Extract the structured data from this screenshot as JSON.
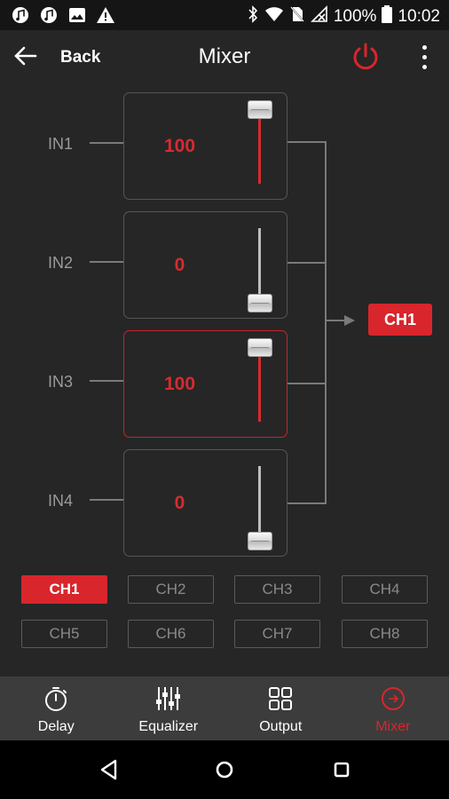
{
  "status_bar": {
    "battery": "100%",
    "time": "10:02",
    "left_icons": [
      "music-note-icon",
      "music-note-icon",
      "image-icon",
      "warning-icon"
    ],
    "right_icons": [
      "bluetooth-icon",
      "wifi-icon",
      "no-sim-icon",
      "no-signal-icon",
      "battery-icon"
    ]
  },
  "app_bar": {
    "back_label": "Back",
    "title": "Mixer",
    "accent": "#d8262c"
  },
  "mixer": {
    "inputs": [
      {
        "label": "IN1",
        "value": "100",
        "level": 1.0,
        "selected": false
      },
      {
        "label": "IN2",
        "value": "0",
        "level": 0.0,
        "selected": false
      },
      {
        "label": "IN3",
        "value": "100",
        "level": 1.0,
        "selected": true
      },
      {
        "label": "IN4",
        "value": "0",
        "level": 0.0,
        "selected": false
      }
    ],
    "output_label": "CH1"
  },
  "channels": [
    {
      "label": "CH1",
      "active": true
    },
    {
      "label": "CH2",
      "active": false
    },
    {
      "label": "CH3",
      "active": false
    },
    {
      "label": "CH4",
      "active": false
    },
    {
      "label": "CH5",
      "active": false
    },
    {
      "label": "CH6",
      "active": false
    },
    {
      "label": "CH7",
      "active": false
    },
    {
      "label": "CH8",
      "active": false
    }
  ],
  "bottom_nav": [
    {
      "label": "Delay",
      "icon": "stopwatch-icon",
      "active": false
    },
    {
      "label": "Equalizer",
      "icon": "equalizer-icon",
      "active": false
    },
    {
      "label": "Output",
      "icon": "grid-icon",
      "active": false
    },
    {
      "label": "Mixer",
      "icon": "mixer-icon",
      "active": true
    }
  ]
}
